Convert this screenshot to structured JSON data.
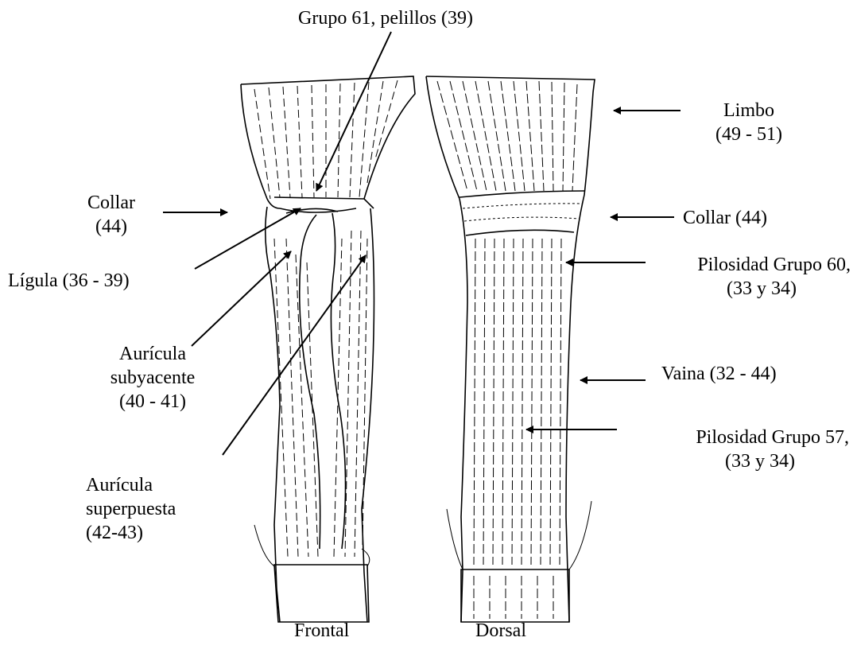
{
  "labels": {
    "grupo61": "Grupo 61, pelillos (39)",
    "limbo": [
      "Limbo",
      "(49 - 51)"
    ],
    "collar_left": [
      "Collar",
      "(44)"
    ],
    "collar_right": "Collar (44)",
    "ligula": "Lígula (36 - 39)",
    "pilosidad60": [
      "Pilosidad Grupo 60,",
      "(33 y 34)"
    ],
    "auricula_subyacente": [
      "Aurícula",
      "subyacente",
      "(40 - 41)"
    ],
    "vaina": "Vaina (32 - 44)",
    "pilosidad57": [
      "Pilosidad Grupo 57,",
      "(33 y 34)"
    ],
    "auricula_superpuesta": [
      "Aurícula",
      "superpuesta",
      "(42-43)"
    ],
    "view_frontal": "Frontal",
    "view_dorsal": "Dorsal"
  },
  "colors": {
    "ink": "#000000",
    "paper": "#ffffff"
  }
}
